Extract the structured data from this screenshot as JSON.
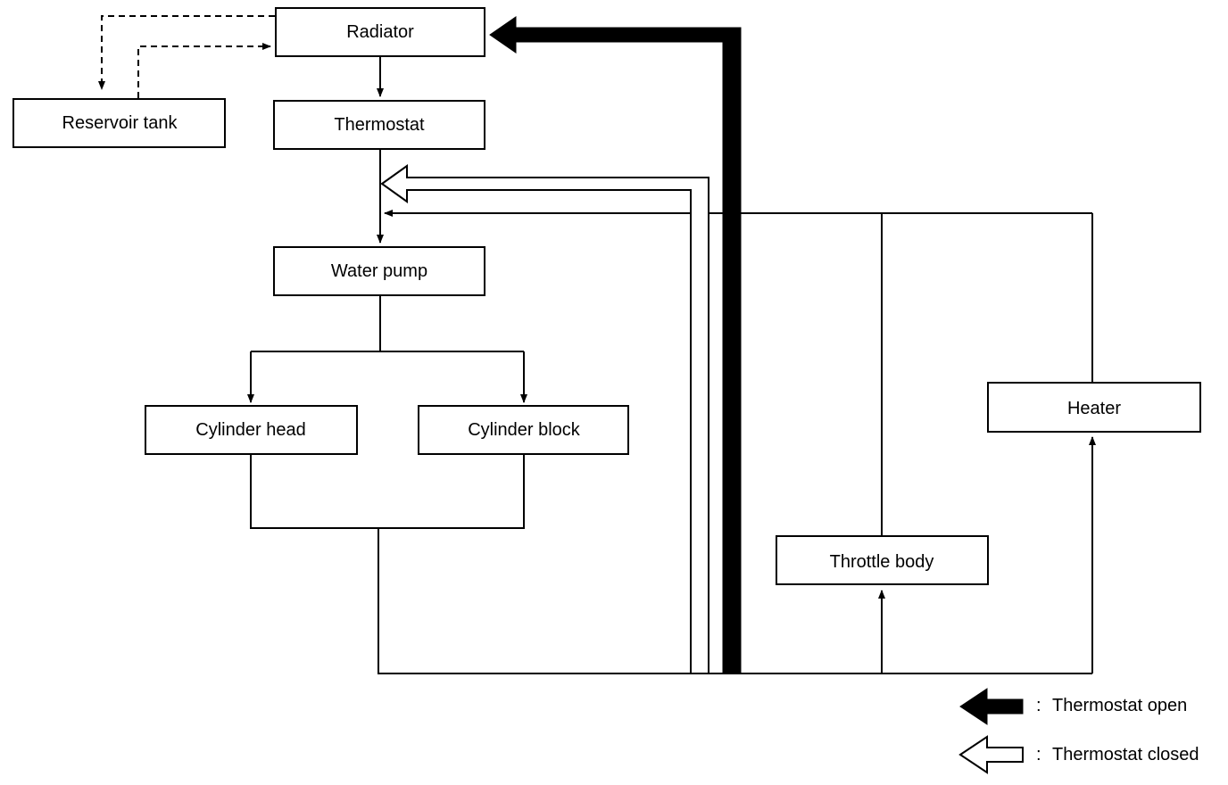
{
  "nodes": {
    "radiator": "Radiator",
    "reservoir_tank": "Reservoir tank",
    "thermostat": "Thermostat",
    "water_pump": "Water pump",
    "cylinder_head": "Cylinder head",
    "cylinder_block": "Cylinder block",
    "throttle_body": "Throttle body",
    "heater": "Heater"
  },
  "legend": {
    "open": {
      "separator": ":",
      "label": "Thermostat open"
    },
    "closed": {
      "separator": ":",
      "label": "Thermostat closed"
    }
  },
  "colors": {
    "line": "#000000",
    "background": "#ffffff"
  }
}
